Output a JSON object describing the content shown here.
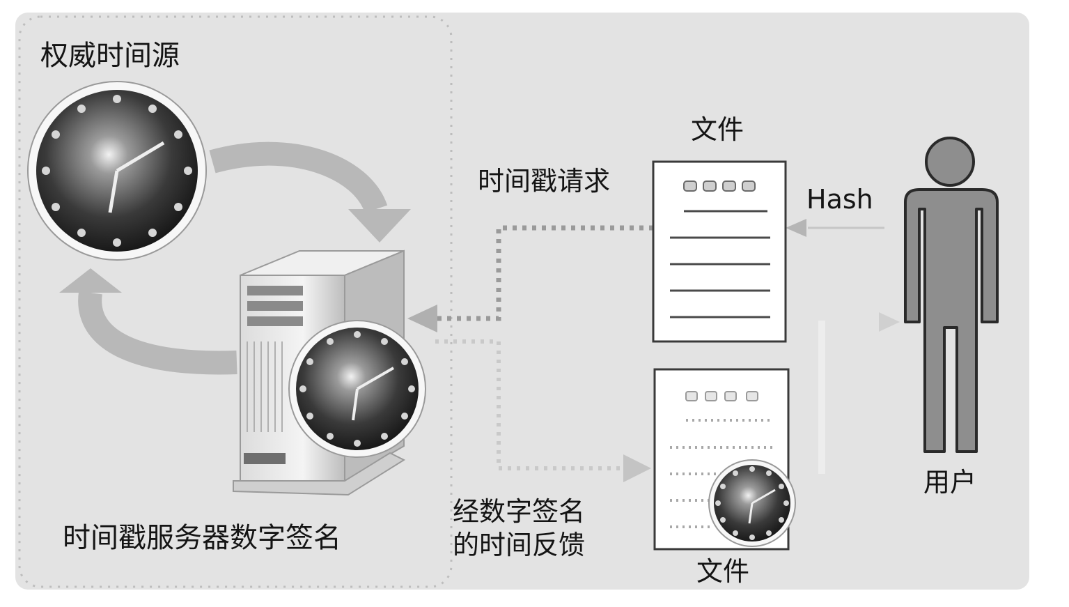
{
  "labels": {
    "authority_time_source": "权威时间源",
    "timestamp_request": "时间戳请求",
    "file_top": "文件",
    "hash": "Hash",
    "server_signature": "时间戳服务器数字签名",
    "signed_feedback_line1": "经数字签名",
    "signed_feedback_line2": "的时间反馈",
    "file_bottom": "文件",
    "user": "用户"
  },
  "colors": {
    "panel_bg": "#e3e3e3",
    "panel_border": "#c9c9c9",
    "arrow_gray": "#b5b5b5",
    "dot_gray": "#9a9a9a",
    "user_fill": "#8e8e8e",
    "clock_dark": "#2a2a2a",
    "text": "#141414"
  }
}
